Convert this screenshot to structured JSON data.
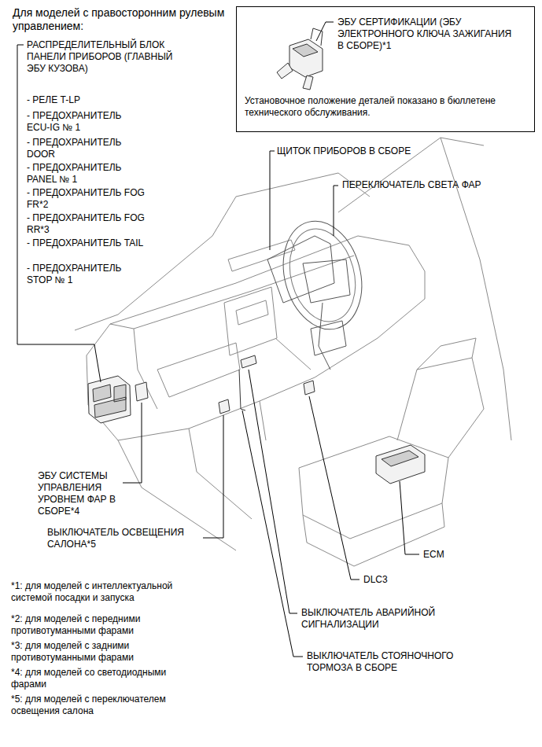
{
  "diagram": {
    "title": "Для моделей с правосторонним рулевым управлением:",
    "nodes": [
      {
        "text": [
          "ЭБУ СЕРТИФИКАЦИИ (ЭБУ ЭЛЕКТРОННОГО КЛЮЧА ЗАЖИГАНИЯ В СБОРЕ)*1",
          "Установочное положение деталей показано в бюллетене технического обслуживания."
        ]
      }
    ],
    "edges": [],
    "labels": [
      "РАСПРЕДЕЛИТЕЛЬНЫЙ БЛОК ПАНЕЛИ ПРИБОРОВ (ГЛАВНЫЙ ЭБУ КУЗОВА)",
      "- РЕЛЕ T-LP",
      "- ПРЕДОХРАНИТЕЛЬ ECU-IG № 1",
      "- ПРЕДОХРАНИТЕЛЬ DOOR",
      "- ПРЕДОХРАНИТЕЛЬ PANEL № 1",
      "- ПРЕДОХРАНИТЕЛЬ FOG FR*2",
      "- ПРЕДОХРАНИТЕЛЬ FOG RR*3",
      "- ПРЕДОХРАНИТЕЛЬ TAIL",
      "- ПРЕДОХРАНИТЕЛЬ STOP № 1",
      "ЩИТОК ПРИБОРОВ В СБОРЕ",
      "ПЕРЕКЛЮЧАТЕЛЬ СВЕТА ФАР",
      "ЭБУ СИСТЕМЫ УПРАВЛЕНИЯ УРОВНЕМ ФАР В СБОРЕ*4",
      "ВЫКЛЮЧАТЕЛЬ ОСВЕЩЕНИЯ САЛОНА*5",
      "ECM",
      "DLC3",
      "ВЫКЛЮЧАТЕЛЬ АВАРИЙНОЙ СИГНАЛИЗАЦИИ",
      "ВЫКЛЮЧАТЕЛЬ СТОЯНОЧНОГО ТОРМОЗА В СБОРЕ",
      "*1: для моделей с интеллектуальной системой посадки и запуска",
      "*2: для моделей с передними противотуманными фарами",
      "*3: для моделей с задними противотуманными фарами",
      "*4: для моделей со светодиодными фарами",
      "*5: для моделей с переключателем освещения салона"
    ]
  }
}
